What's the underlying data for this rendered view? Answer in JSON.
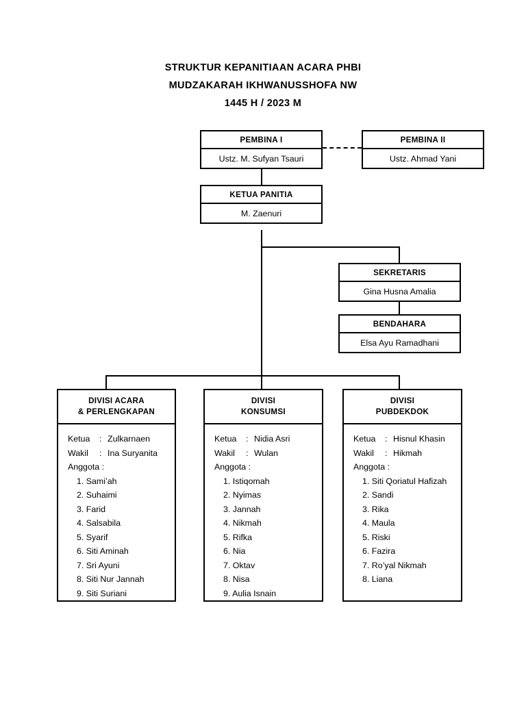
{
  "title": {
    "line1": "STRUKTUR KEPANITIAAN ACARA PHBI",
    "line2": "MUDZAKARAH IKHWANUSSHOFA NW",
    "line3": "1445 H / 2023 M"
  },
  "nodes": {
    "pembina1": {
      "role": "PEMBINA I",
      "name": "Ustz. M. Sufyan Tsauri"
    },
    "pembina2": {
      "role": "PEMBINA II",
      "name": "Ustz. Ahmad Yani"
    },
    "ketua": {
      "role": "KETUA PANITIA",
      "name": "M. Zaenuri"
    },
    "sekretaris": {
      "role": "SEKRETARIS",
      "name": "Gina Husna Amalia"
    },
    "bendahara": {
      "role": "BENDAHARA",
      "name": "Elsa Ayu Ramadhani"
    }
  },
  "labels": {
    "ketua": "Ketua",
    "wakil": "Wakil",
    "anggota": "Anggota :",
    "colon": ":"
  },
  "divisions": [
    {
      "title_line1": "DIVISI ACARA",
      "title_line2": "& PERLENGKAPAN",
      "ketua": "Zulkarnaen",
      "wakil": "Ina Suryanita",
      "anggota": [
        "1. Sami’ah",
        "2. Suhaimi",
        "3. Farid",
        "4. Salsabila",
        "5. Syarif",
        "6. Siti Aminah",
        "7. Sri Ayuni",
        "8. Siti Nur Jannah",
        "9. Siti Suriani"
      ]
    },
    {
      "title_line1": "DIVISI",
      "title_line2": "KONSUMSI",
      "ketua": "Nidia Asri",
      "wakil": "Wulan",
      "anggota": [
        "1. Istiqomah",
        "2. Nyimas",
        "3. Jannah",
        "4. Nikmah",
        "5. Rifka",
        "6. Nia",
        "7. Oktav",
        "8. Nisa",
        "9. Aulia Isnain"
      ]
    },
    {
      "title_line1": "DIVISI",
      "title_line2": "PUBDEKDOK",
      "ketua": "Hisnul Khasin",
      "wakil": "Hikmah",
      "anggota": [
        "1. Siti Qoriatul Hafizah",
        "2. Sandi",
        "3. Rika",
        "4. Maula",
        "5. Riski",
        "6. Fazira",
        "7. Ro’yal Nikmah",
        "8. Liana"
      ]
    }
  ],
  "colors": {
    "line": "#000000",
    "background": "#ffffff"
  }
}
